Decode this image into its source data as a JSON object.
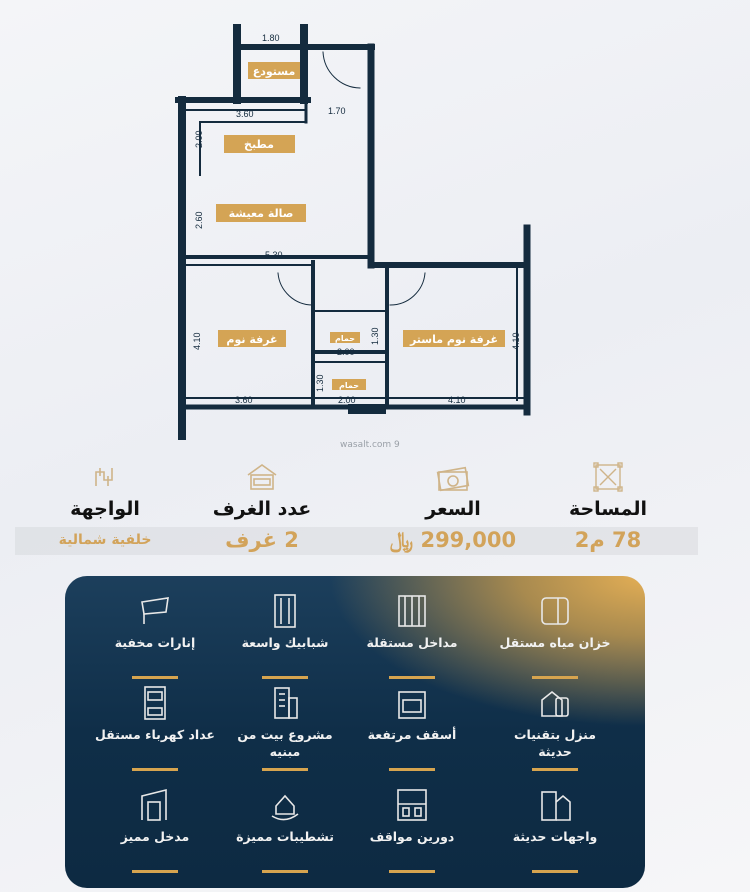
{
  "floor_plan": {
    "rooms": {
      "storage": "مستودع",
      "kitchen": "مطبخ",
      "living": "صالة معيشة",
      "bedroom": "غرفة نوم",
      "master_bedroom": "غرفة نوم ماستر",
      "bath_1": "حمام",
      "bath_2": "حمام"
    },
    "dimensions": {
      "storage_width": "1.80",
      "kitchen_width": "3.60",
      "entry_width": "1.70",
      "kitchen_depth": "2.00",
      "living_depth": "2.60",
      "living_width": "5.30",
      "bedroom_depth": "4.10",
      "bath1_depth": "1.30",
      "bath1_width": "2.00",
      "bath2_depth": "1.30",
      "bath2_width": "2.00",
      "bedroom_width": "3.60",
      "master_width": "4.10",
      "master_depth": "4.10"
    },
    "watermark": "wasalt.com 9"
  },
  "stats": [
    {
      "heading": "المساحة",
      "value": "78 م2",
      "icon": "area-icon"
    },
    {
      "heading": "السعر",
      "value": "299,000 ﷼",
      "icon": "money-icon"
    },
    {
      "heading": "عدد الغرف",
      "value": "2 غرف",
      "icon": "bed-icon"
    },
    {
      "heading": "الواجهة",
      "value": "خلفية شمالية",
      "icon": "facade-icon"
    }
  ],
  "features": [
    {
      "label": "خزان مياه مستقل",
      "icon": "water-tank-icon"
    },
    {
      "label": "مداخل مستقلة",
      "icon": "entrance-icon"
    },
    {
      "label": "شبابيك واسعة",
      "icon": "window-icon"
    },
    {
      "label": "إنارات مخفية",
      "icon": "lighting-icon"
    },
    {
      "label": "منزل بتقنيات حديثة",
      "icon": "smart-home-icon"
    },
    {
      "label": "أسقف مرتفعة",
      "icon": "ceiling-icon"
    },
    {
      "label": "مشروع بيت من مبنيه",
      "icon": "building-icon"
    },
    {
      "label": "عداد كهرباء مستقل",
      "icon": "meter-icon"
    },
    {
      "label": "واجهات حديثة",
      "icon": "facade-buildings-icon"
    },
    {
      "label": "دورين مواقف",
      "icon": "parking-icon"
    },
    {
      "label": "تشطيبات مميزة",
      "icon": "finishing-icon"
    },
    {
      "label": "مدخل مميز",
      "icon": "lobby-icon"
    }
  ],
  "colors": {
    "wall": "#142b3e",
    "gold": "#d6a44f",
    "panel": "#0f2e48"
  }
}
